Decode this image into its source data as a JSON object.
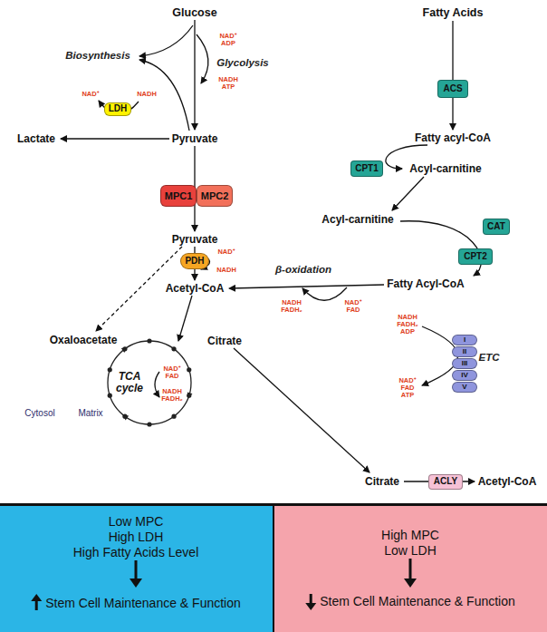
{
  "diagram": {
    "nodes": [
      {
        "text": [
          "LDH"
        ]
      },
      {
        "text": [
          "ACS"
        ]
      },
      {
        "text": [
          "CPT1"
        ]
      },
      {
        "text": [
          "Matrix"
        ]
      },
      {
        "text": [
          "MPC1"
        ],
        "in": 3
      },
      {
        "text": [
          "MPC2"
        ],
        "in": 3
      },
      {
        "text": [
          "CAT"
        ],
        "in": 3
      },
      {
        "text": [
          "CPT2"
        ],
        "in": 3
      },
      {
        "text": [
          "PDH"
        ],
        "in": 3
      },
      {
        "text": [
          "TCA cycle"
        ],
        "in": 3
      },
      {
        "text": [
          "I"
        ],
        "in": 3
      },
      {
        "text": [
          "II"
        ],
        "in": 3
      },
      {
        "text": [
          "III"
        ],
        "in": 3
      },
      {
        "text": [
          "IV"
        ],
        "in": 3
      },
      {
        "text": [
          "V"
        ],
        "in": 3
      },
      {
        "text": [
          "ACLY"
        ]
      },
      {
        "text": [
          "Low MPC",
          "High LDH",
          "High Fatty Acids Level",
          "Stem Cell Maintenance & Function"
        ]
      },
      {
        "text": [
          "High MPC",
          "Low LDH",
          "Stem Cell Maintenance & Function"
        ]
      }
    ],
    "labels": [
      "Glucose",
      "Fatty Acids",
      "Biosynthesis",
      "NAD⁺",
      "ADP",
      "Glycolysis",
      "NADH",
      "ATP",
      "NAD⁺",
      "NADH",
      "Lactate",
      "Pyruvate",
      "Fatty acyl-CoA",
      "Acyl-carnitine",
      "Pyruvate",
      "Acyl-carnitine",
      "NAD⁺",
      "NADH",
      "β-oxidation",
      "Fatty Acyl-CoA",
      "Acetyl-CoA",
      "NADH",
      "FADH₂",
      "NAD⁺",
      "FAD",
      "Oxaloacetate",
      "Citrate",
      "NADH",
      "FADH₂",
      "ADP",
      "NAD⁺",
      "FAD",
      "NADH",
      "FADH₂",
      "ETC",
      "NAD⁺",
      "FAD",
      "ATP",
      "Cytosol",
      "Citrate",
      "Acetyl-CoA"
    ]
  }
}
